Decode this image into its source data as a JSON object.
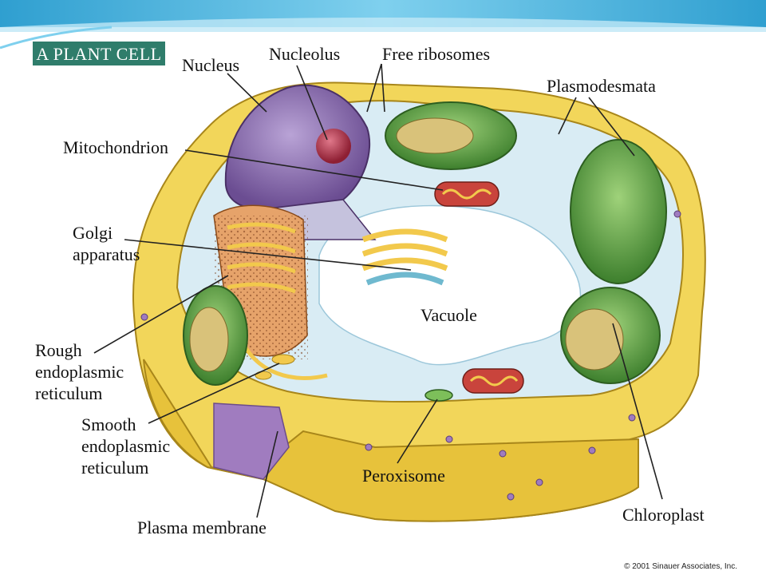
{
  "title": "A PLANT CELL",
  "copyright": "© 2001 Sinauer Associates, Inc.",
  "labels": {
    "nucleus": "Nucleus",
    "nucleolus": "Nucleolus",
    "free_ribosomes": "Free ribosomes",
    "plasmodesmata": "Plasmodesmata",
    "mitochondrion": "Mitochondrion",
    "golgi": [
      "Golgi",
      "apparatus"
    ],
    "vacuole": "Vacuole",
    "rough_er": [
      "Rough",
      "endoplasmic",
      "reticulum"
    ],
    "smooth_er": [
      "Smooth",
      "endoplasmic",
      "reticulum"
    ],
    "peroxisome": "Peroxisome",
    "chloroplast": "Chloroplast",
    "plasma_membrane": "Plasma membrane"
  },
  "colors": {
    "slide_bg": "#ffffff",
    "top_band": "#3fb0dd",
    "title_box": "#2f7d6b",
    "cell_wall": "#f2d65a",
    "cell_wall_dark": "#c9a92a",
    "cytoplasm": "#d9ecf4",
    "vacuole": "#ffffff",
    "nucleus": "#8b6bb0",
    "nucleolus": "#b0324a",
    "chloroplast": "#5ea54a",
    "er_rough": "#d9904d",
    "golgi": "#f2c94c",
    "membrane_purple": "#a07cbf"
  }
}
